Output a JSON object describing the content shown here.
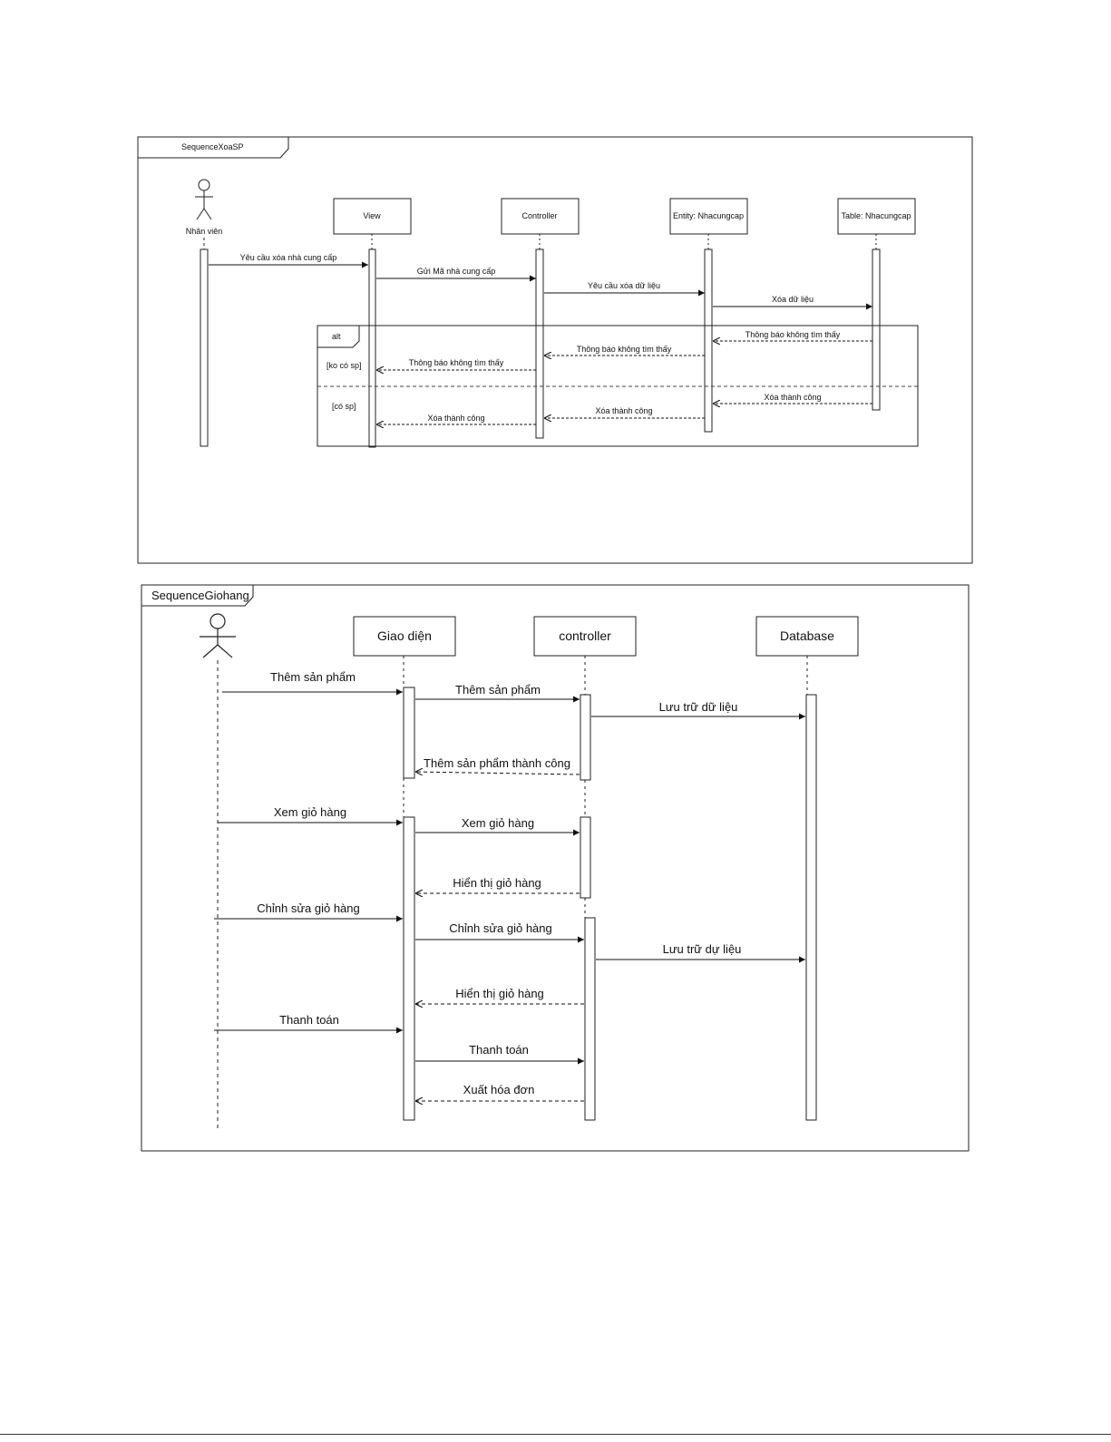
{
  "diagram1": {
    "title": "SequenceXoaSP",
    "actor": "Nhân viên",
    "participants": [
      "View",
      "Controller",
      "Entity: Nhacungcap",
      "Table: Nhacungcap"
    ],
    "messages": [
      "Yêu cầu xóa nhà cung cấp",
      "Gửi Mã nhà cung cấp",
      "Yêu cầu xóa dữ liệu",
      "Xóa dữ liệu",
      "Thông báo không tìm thấy",
      "Thông báo không tìm thấy",
      "Thông báo không tìm thấy",
      "Xóa thành công",
      "Xóa thành công",
      "Xóa thành công"
    ],
    "fragment": {
      "operator": "alt",
      "guards": [
        "[ko có sp]",
        "[có sp]"
      ]
    }
  },
  "diagram2": {
    "title": "SequenceGiohang",
    "participants": [
      "Giao diện",
      "controller",
      "Database"
    ],
    "messages": [
      "Thêm sản phẩm",
      "Thêm sản phẩm",
      "Lưu trữ dữ liệu",
      "Thêm sản phẩm thành công",
      "Xem giỏ hàng",
      "Xem giỏ hàng",
      "Hiển thị giỏ hàng",
      "Chỉnh sửa giỏ hàng",
      "Chỉnh sửa giỏ hàng",
      "Lưu trữ dự liệu",
      "Hiển thị giỏ hàng",
      "Thanh toán",
      "Thanh toán",
      "Xuất hóa đơn"
    ]
  }
}
